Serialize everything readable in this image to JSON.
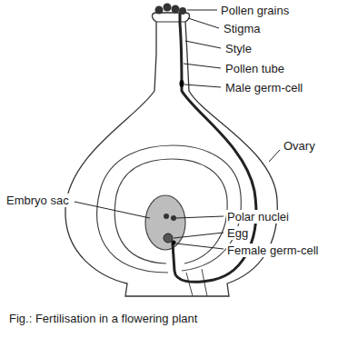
{
  "diagram": {
    "caption": "Fig.: Fertilisation in a flowering plant",
    "labels": [
      "Pollen grains",
      "Stigma",
      "Style",
      "Pollen tube",
      "Male germ-cell",
      "Ovary",
      "Embryo sac",
      "Polar nuclei",
      "Egg",
      "Female germ-cell"
    ]
  }
}
